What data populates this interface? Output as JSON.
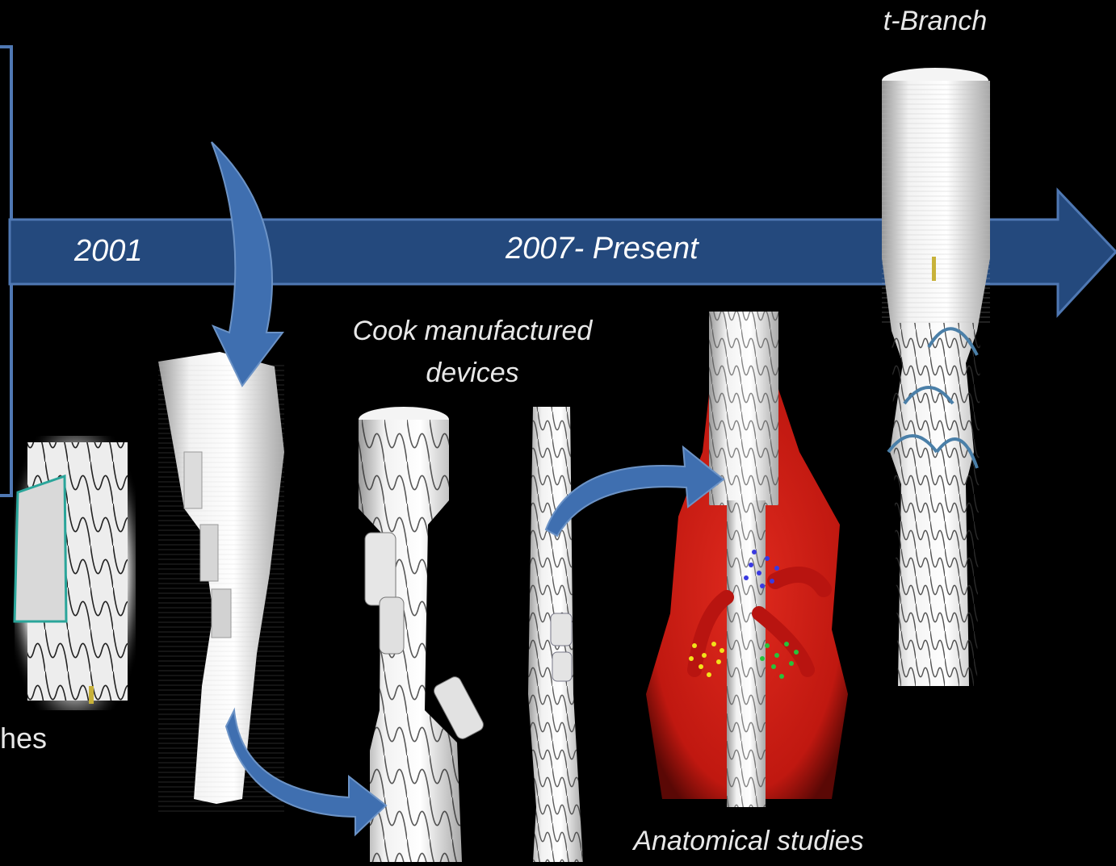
{
  "timeline": {
    "year_1": "2001",
    "year_2": "2007- Present"
  },
  "captions": {
    "top_right": "t-Branch",
    "cook_line1": "Cook manufactured",
    "cook_line2": "devices",
    "anatomical": "Anatomical studies",
    "cut_off_left": "hes"
  },
  "colors": {
    "background": "#000000",
    "arrow_fill": "#24497d",
    "arrow_edge": "#4f78b3",
    "curved_arrow": "#3f6fb0",
    "aorta_red": "#cf1c14",
    "graft_white": "#ececec",
    "stent_line": "#202020"
  }
}
